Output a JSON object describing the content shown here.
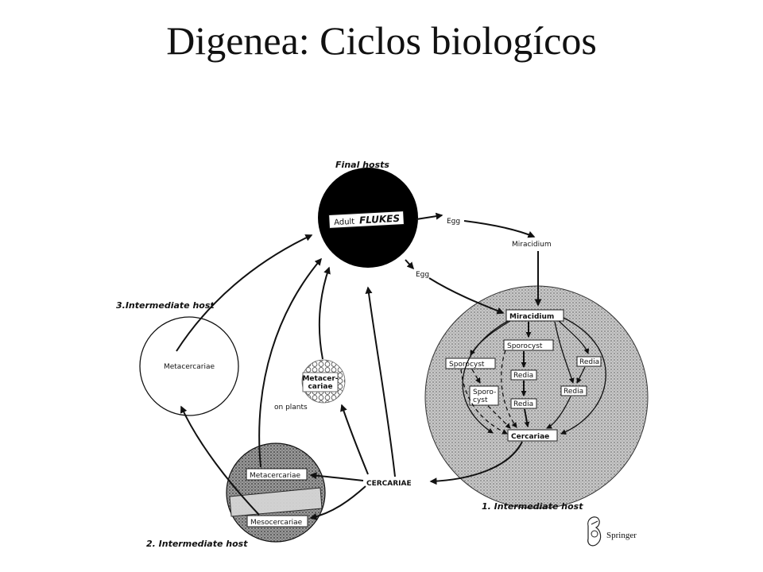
{
  "title": "Digenea: Ciclos biologícos",
  "diagram": {
    "final_hosts_label": "Final hosts",
    "adult_flukes": {
      "prefix": "Adult",
      "emph": "FLUKES"
    },
    "egg_1": "Egg",
    "egg_2": "Egg",
    "miracidium_outside": "Miracidium",
    "host1_label": "1. Intermediate host",
    "host1_nodes": {
      "miracidium": "Miracidium",
      "sporocyst_center": "Sporocyst",
      "sporocyst_left": "Sporocyst",
      "redia_center_1": "Redia",
      "redia_center_2": "Redia",
      "sporocyst_small": [
        "Sporo-",
        "cyst"
      ],
      "redia_right_1": "Redia",
      "redia_right_2": "Redia",
      "cercariae": "Cercariae"
    },
    "cercariae_free": "CERCARIAE",
    "host2_label": "2. Intermediate host",
    "host2_meta": "Metacercariae",
    "host2_meso": "Mesocercariae",
    "host3_label": "3.Intermediate host",
    "host3_meta": "Metacercariae",
    "plant_cyst": [
      "Metacer-",
      "cariae"
    ],
    "on_plants": "on plants"
  },
  "publisher": "Springer",
  "colors": {
    "black": "#000000",
    "host1_fill": "#b9b9b9",
    "host2_fill": "#8f8f8f",
    "white": "#ffffff"
  }
}
